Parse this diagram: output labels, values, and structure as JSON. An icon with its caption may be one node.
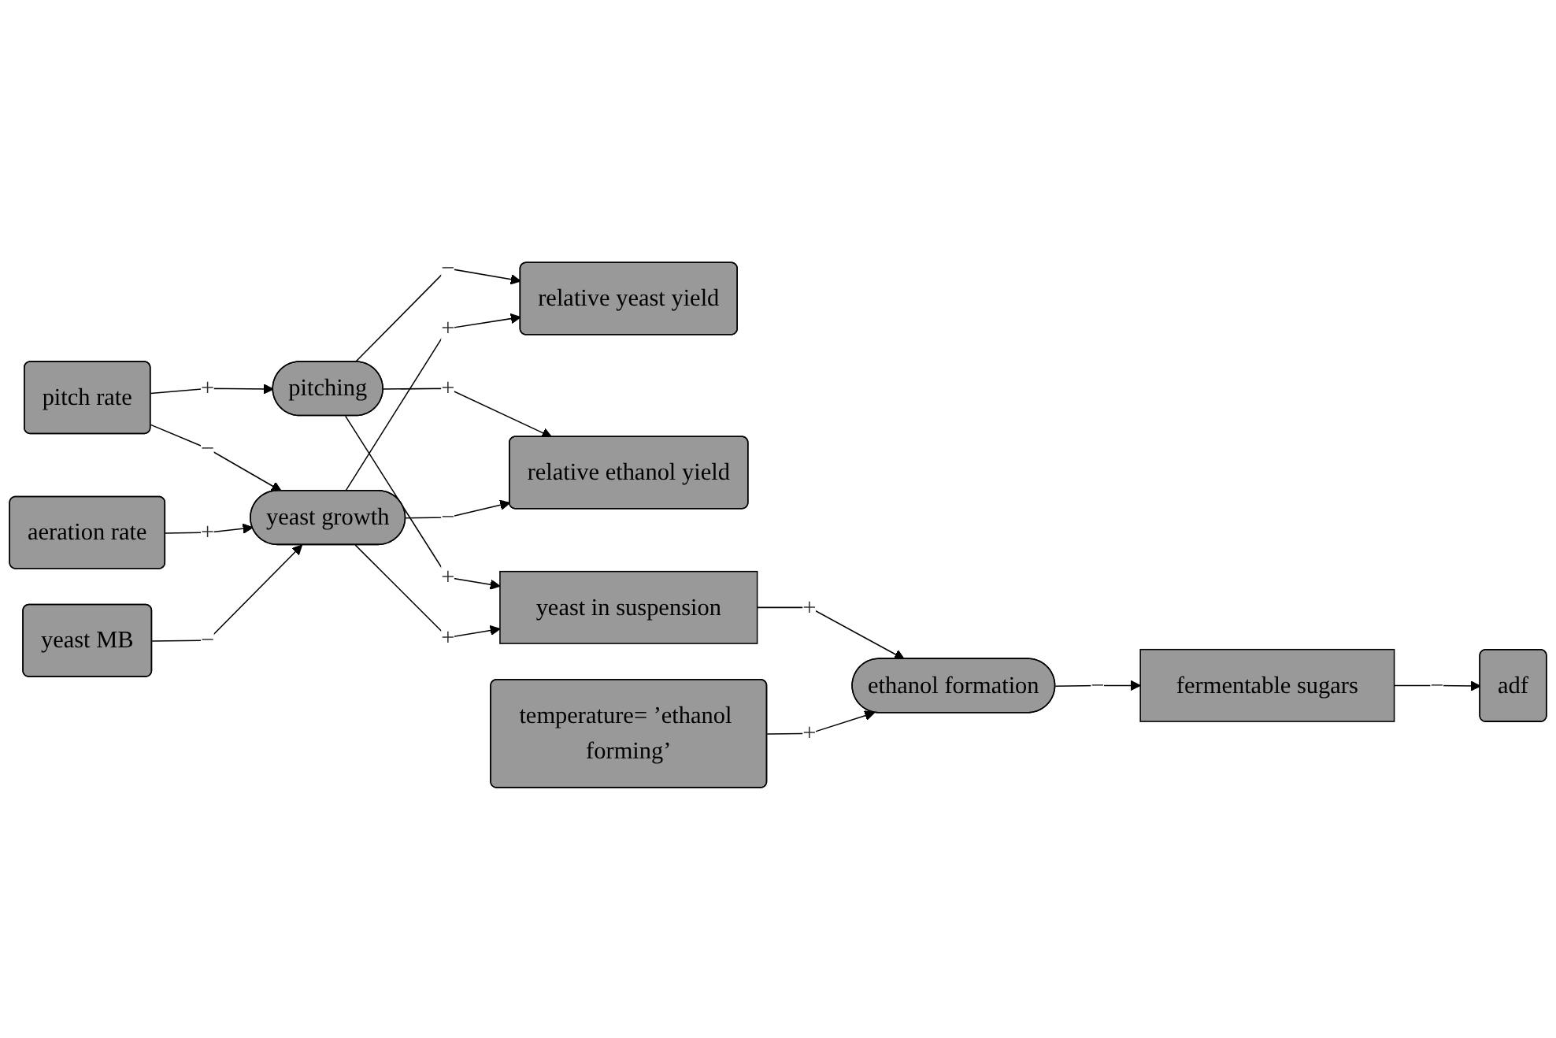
{
  "diagram": {
    "nodes": [
      {
        "text": [
          "pitch rate"
        ]
      },
      {
        "text": [
          "pitching"
        ]
      },
      {
        "text": [
          "relative yeast yield"
        ]
      },
      {
        "text": [
          "aeration rate"
        ]
      },
      {
        "text": [
          "yeast growth"
        ]
      },
      {
        "text": [
          "relative ethanol yield"
        ]
      },
      {
        "text": [
          "yeast MB"
        ]
      },
      {
        "text": [
          "yeast in suspension"
        ]
      },
      {
        "text": [
          "fermentable sugars"
        ]
      },
      {
        "text": [
          "temperature= ’ethanol forming’"
        ]
      },
      {
        "text": [
          "ethanol formation"
        ]
      },
      {
        "text": [
          "adf"
        ]
      }
    ],
    "edges": [
      {
        "from": 0,
        "to": 1,
        "arrow": "to",
        "label": "+"
      },
      {
        "from": 0,
        "to": 4,
        "arrow": "to",
        "label": "−"
      },
      {
        "from": 1,
        "to": 2,
        "arrow": "to",
        "label": "−"
      },
      {
        "from": 1,
        "to": 5,
        "arrow": "to",
        "label": "+"
      },
      {
        "from": 1,
        "to": 7,
        "arrow": "to",
        "label": "+"
      },
      {
        "from": 3,
        "to": 4,
        "arrow": "to",
        "label": "+"
      },
      {
        "from": 6,
        "to": 4,
        "arrow": "to",
        "label": "−"
      },
      {
        "from": 4,
        "to": 2,
        "arrow": "to",
        "label": "+"
      },
      {
        "from": 4,
        "to": 5,
        "arrow": "to",
        "label": "−"
      },
      {
        "from": 4,
        "to": 7,
        "arrow": "to",
        "label": "+"
      },
      {
        "from": 7,
        "to": 10,
        "arrow": "to",
        "label": "+"
      },
      {
        "from": 9,
        "to": 10,
        "arrow": "to",
        "label": "+"
      },
      {
        "from": 10,
        "to": 8,
        "arrow": "to",
        "label": "−"
      },
      {
        "from": 8,
        "to": 11,
        "arrow": "to",
        "label": "−"
      }
    ]
  }
}
